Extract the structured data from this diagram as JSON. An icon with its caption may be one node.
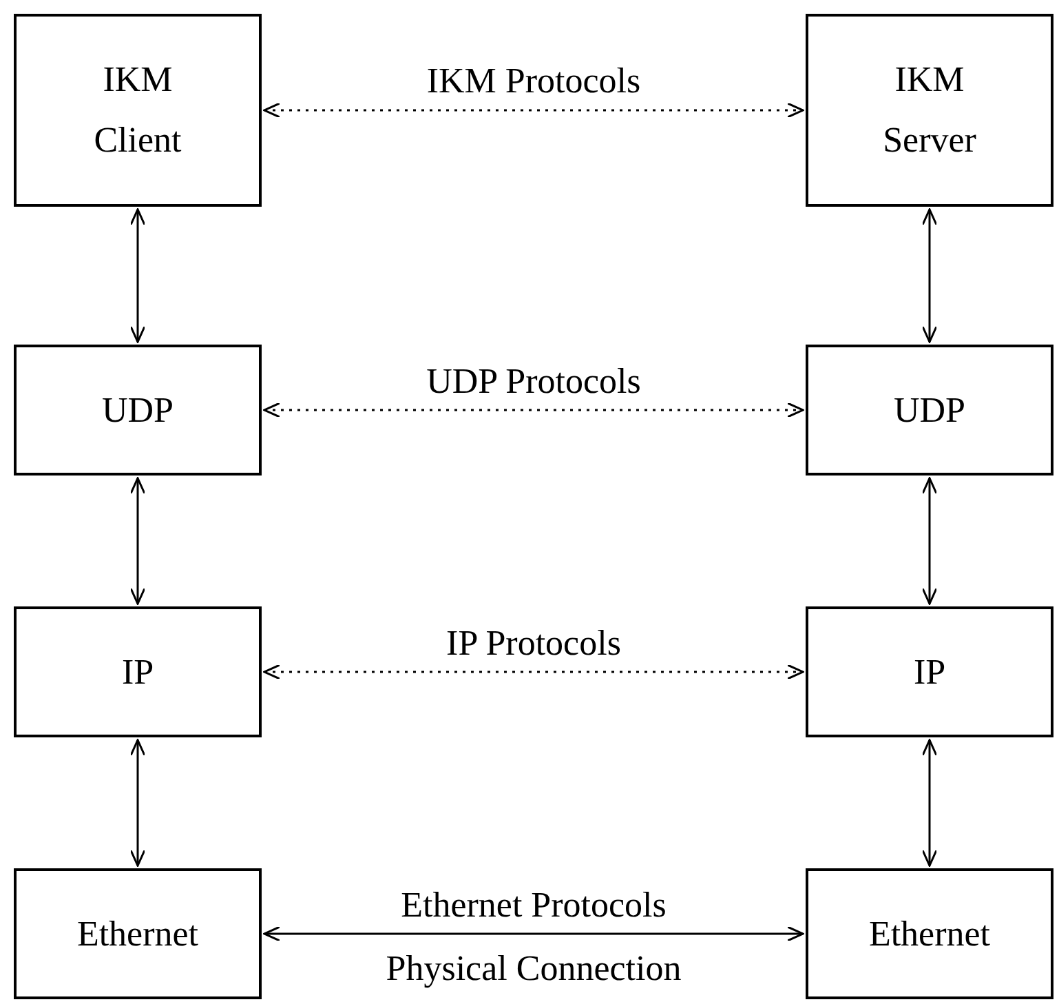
{
  "diagram": {
    "nodes": [
      {
        "text": [
          "IKM Client"
        ]
      },
      {
        "text": [
          "IKM Server"
        ]
      },
      {
        "text": [
          "UDP"
        ]
      },
      {
        "text": [
          "UDP"
        ]
      },
      {
        "text": [
          "IP"
        ]
      },
      {
        "text": [
          "IP"
        ]
      },
      {
        "text": [
          "Ethernet"
        ]
      },
      {
        "text": [
          "Ethernet"
        ]
      }
    ],
    "edges": [
      {
        "from": 0,
        "to": 1,
        "arrow": "both",
        "label": "IKM Protocols",
        "style": "dashed"
      },
      {
        "from": 0,
        "to": 2,
        "arrow": "both"
      },
      {
        "from": 1,
        "to": 3,
        "arrow": "both"
      },
      {
        "from": 2,
        "to": 3,
        "arrow": "both",
        "label": "UDP Protocols",
        "style": "dashed"
      },
      {
        "from": 2,
        "to": 4,
        "arrow": "both"
      },
      {
        "from": 3,
        "to": 5,
        "arrow": "both"
      },
      {
        "from": 4,
        "to": 5,
        "arrow": "both",
        "label": "IP Protocols",
        "style": "dashed"
      },
      {
        "from": 4,
        "to": 6,
        "arrow": "both"
      },
      {
        "from": 5,
        "to": 7,
        "arrow": "both"
      },
      {
        "from": 6,
        "to": 7,
        "arrow": "both",
        "label": "Ethernet Protocols"
      }
    ],
    "labels": [
      "Physical Connection"
    ]
  }
}
